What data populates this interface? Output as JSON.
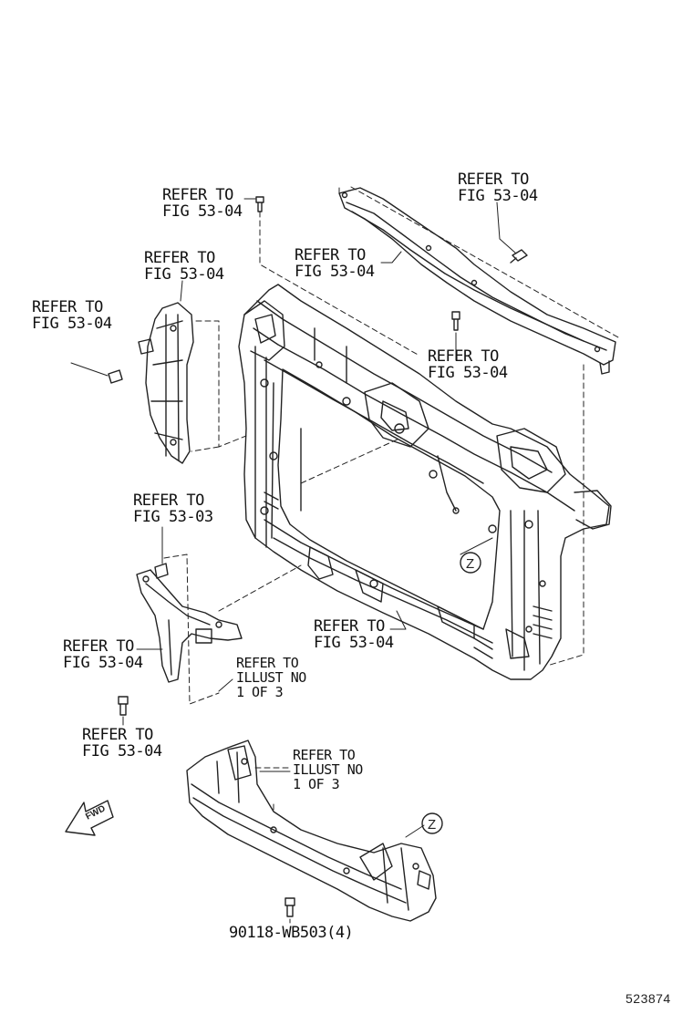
{
  "labels": {
    "refer_top_center": [
      "REFER TO",
      "FIG 53-04"
    ],
    "refer_top_right": [
      "REFER TO",
      "FIG 53-04"
    ],
    "refer_upper_mid": [
      "REFER TO",
      "FIG 53-04"
    ],
    "refer_side_bracket": [
      "REFER TO",
      "FIG 53-04"
    ],
    "refer_left_bolt": [
      "REFER TO",
      "FIG 53-04"
    ],
    "refer_right_mid": [
      "REFER TO",
      "FIG 53-04"
    ],
    "refer_fig_5303": [
      "REFER TO",
      "FIG 53-03"
    ],
    "refer_lower_left": [
      "REFER TO",
      "FIG 53-04"
    ],
    "refer_lower_center": [
      "REFER TO",
      "FIG 53-04"
    ],
    "refer_bottom_bolt": [
      "REFER TO",
      "FIG 53-04"
    ],
    "illust_mid": [
      "REFER TO",
      "ILLUST NO",
      "1 OF 3"
    ],
    "illust_low": [
      "REFER TO",
      "ILLUST NO",
      "1 OF 3"
    ]
  },
  "part_number": "90118-WB503(4)",
  "callout_z_upper": "Z",
  "callout_z_lower": "Z",
  "fwd_arrow_label": "FWD",
  "illustration_id": "523874"
}
